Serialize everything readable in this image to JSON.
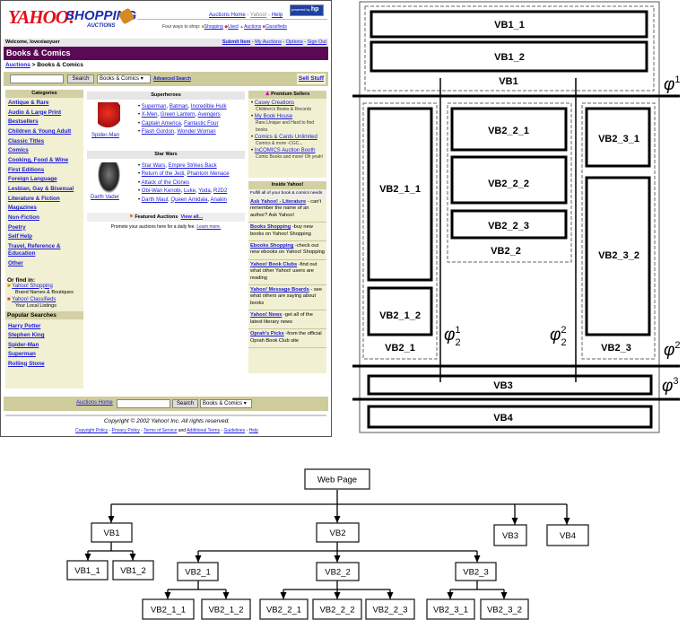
{
  "screenshot": {
    "logo": {
      "yahoo": "YAHOO!",
      "shopping": "SHOPPING",
      "auctions": "AUCTIONS",
      "powered_by": "powered by"
    },
    "top_links": [
      "Auctions Home",
      "Yahoo!",
      "Help"
    ],
    "four_ways": {
      "label": "Four ways to shop:",
      "items": [
        "Shopping",
        "Used",
        "Auctions",
        "Classifieds"
      ]
    },
    "welcome": "Welcome, lovexiaoyuer",
    "user_links": [
      "Submit Item",
      "My Auctions",
      "Options",
      "Sign Out"
    ],
    "section_title": "Books & Comics",
    "breadcrumb": {
      "root": "Auctions",
      "current": "> Books & Comics"
    },
    "search": {
      "value": "",
      "button": "Search",
      "category": "Books & Comics",
      "advanced": "Advanced Search",
      "sell": "Sell Stuff"
    },
    "categories": {
      "title": "Categories",
      "items": [
        "Antique & Rare",
        "Audio & Large Print",
        "Bestsellers",
        "Children & Young Adult",
        "Classic Titles",
        "Comics",
        "Cooking, Food & Wine",
        "First Editions",
        "Foreign Language",
        "Lesbian, Gay & Bisexual",
        "Literature & Fiction",
        "Magazines",
        "Non-Fiction",
        "Poetry",
        "Self Help",
        "Travel, Reference & Education",
        "Other"
      ]
    },
    "find_in": {
      "title": "Or find in:",
      "items": [
        {
          "link": "Yahoo! Shopping",
          "sub": "Brand Names & Boutiques"
        },
        {
          "link": "Yahoo! Classifieds",
          "sub": "Your Local Listings"
        }
      ]
    },
    "popular": {
      "title": "Popular Searches",
      "items": [
        "Harry Potter",
        "Stephen King",
        "Spider-Man",
        "Superman",
        "Rolling Stone"
      ]
    },
    "superheroes": {
      "title": "Superheroes",
      "image_label": "Spider-Man",
      "rows": [
        [
          "Superman",
          "Batman",
          "Incredible Hulk"
        ],
        [
          "X-Men",
          "Green Lantern",
          "Avengers"
        ],
        [
          "Captain America",
          "Fantastic Four"
        ],
        [
          "Flash Gordon",
          "Wonder Woman"
        ]
      ]
    },
    "starwars": {
      "title": "Star Wars",
      "image_label": "Darth Vader",
      "rows": [
        [
          "Star Wars",
          "Empire Strikes Back"
        ],
        [
          "Return of the Jedi",
          "Phantom Menace"
        ],
        [
          "Attack of the Clones"
        ],
        [
          "Obi-Wan Kenobi",
          "Luke",
          "Yoda",
          "R2D2"
        ],
        [
          "Darth Maul",
          "Queen Amidala",
          "Anakin"
        ]
      ]
    },
    "featured": {
      "title": "Featured Auctions",
      "view_all": "View all...",
      "promo": "Promote your auctions here for a daily fee.",
      "learn": "Learn more."
    },
    "premium": {
      "title": "Premium Sellers",
      "items": [
        {
          "link": "Casey Creations",
          "sub": "Children's Books & Records"
        },
        {
          "link": "My Book House",
          "sub": "Rare,Unique and Hard to find books"
        },
        {
          "link": "Comics & Cards Unlimited",
          "sub": "Comics & more -CGC..."
        },
        {
          "link": "InCOMICS Auction Booth",
          "sub": "Comic Books and more! Oh yeah!"
        }
      ]
    },
    "inside": {
      "title": "Inside Yahoo!",
      "intro": "Fulfill all of your book & comics needs",
      "items": [
        {
          "link": "Ask Yahoo! - Literature",
          "text": "- can't remember the name of an author? Ask Yahoo!"
        },
        {
          "link": "Books Shopping",
          "text": "-buy new books on Yahoo! Shopping"
        },
        {
          "link": "Ebooks Shopping",
          "text": "-check out new ebooks on Yahoo! Shopping"
        },
        {
          "link": "Yahoo! Book Clubs",
          "text": "-find out what other Yahoo! users are reading"
        },
        {
          "link": "Yahoo! Message Boards",
          "text": "- see what others are saying about books"
        },
        {
          "link": "Yahoo! News",
          "text": "-get all of the latest literary news"
        },
        {
          "link": "Oprah's Picks",
          "text": "-from the official Oprah Book Club site"
        }
      ]
    },
    "bottom_search": {
      "home": "Auctions Home",
      "button": "Search",
      "category": "Books & Comics"
    },
    "copyright": "Copyright © 2002 Yahoo! Inc. All rights reserved.",
    "footer_links": [
      "Copyright Policy",
      "Privacy Policy",
      "Terms of Service",
      "Additional Terms",
      "Guidelines",
      "Help"
    ],
    "footer_and": "and"
  },
  "layout_diagram": {
    "blocks": [
      "VB1_1",
      "VB1_2",
      "VB1",
      "VB2_1_1",
      "VB2_1_2",
      "VB2_1",
      "VB2_2_1",
      "VB2_2_2",
      "VB2_2_3",
      "VB2_2",
      "VB2_3_1",
      "VB2_3_2",
      "VB2_3",
      "VB3",
      "VB4"
    ],
    "separators": {
      "phi": "φ",
      "s1": "1",
      "s2": "2",
      "s3": "3"
    }
  },
  "tree": {
    "root": "Web Page",
    "nodes": [
      "VB1",
      "VB2",
      "VB3",
      "VB4",
      "VB1_1",
      "VB1_2",
      "VB2_1",
      "VB2_2",
      "VB2_3",
      "VB2_1_1",
      "VB2_1_2",
      "VB2_2_1",
      "VB2_2_2",
      "VB2_2_3",
      "VB2_3_1",
      "VB2_3_2"
    ]
  }
}
